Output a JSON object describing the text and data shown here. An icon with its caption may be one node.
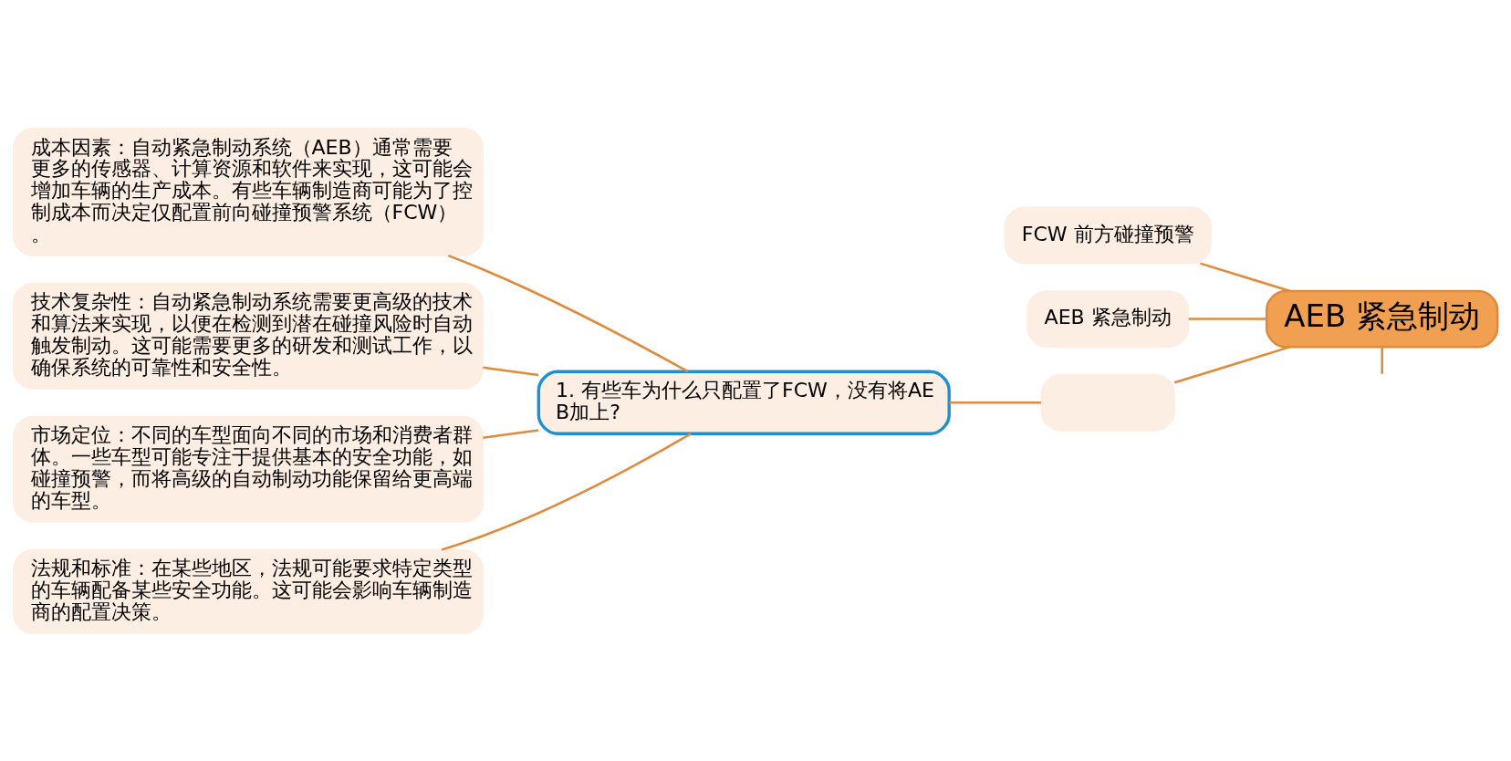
{
  "diagram": {
    "nodes": [
      {
        "text": [
          "AEB 紧急制动"
        ]
      },
      {
        "text": [
          "FCW 前方碰撞预警"
        ]
      },
      {
        "text": [
          "AEB 紧急制动"
        ]
      },
      {
        "text": [],
        "shape": "box"
      },
      {
        "text": [
          "1. 有些车为什么只配置了FCW，没有将AEB加上?"
        ]
      },
      {
        "text": [
          "成本因素：自动紧急制动系统（AEB）通常需要更多的传感器、计算资源和软件来实现，这可能会增加车辆的生产成本。有些车辆制造商可能为了控制成本而决定仅配置前向碰撞预警系统（FCW）。"
        ]
      },
      {
        "text": [
          "技术复杂性：自动紧急制动系统需要更高级的技术和算法来实现，以便在检测到潜在碰撞风险时自动触发制动。这可能需要更多的研发和测试工作，以确保系统的可靠性和安全性。"
        ]
      },
      {
        "text": [
          "市场定位：不同的车型面向不同的市场和消费者群体。一些车型可能专注于提供基本的安全功能，如碰撞预警，而将高级的自动制动功能保留给更高端的车型。"
        ]
      },
      {
        "text": [
          "法规和标准：在某些地区，法规可能要求特定类型的车辆配备某些安全功能。这可能会影响车辆制造商的配置决策。"
        ]
      }
    ],
    "edges": [
      {
        "from": 0,
        "to": 1,
        "arrow": "none"
      },
      {
        "from": 0,
        "to": 2,
        "arrow": "none"
      },
      {
        "from": 0,
        "to": 3,
        "arrow": "none"
      },
      {
        "from": 3,
        "to": 4,
        "arrow": "none"
      },
      {
        "from": 4,
        "to": 5,
        "arrow": "none"
      },
      {
        "from": 4,
        "to": 6,
        "arrow": "none"
      },
      {
        "from": 4,
        "to": 7,
        "arrow": "none"
      },
      {
        "from": 4,
        "to": 8,
        "arrow": "none"
      },
      {
        "from": 0,
        "to": null,
        "arrow": "none"
      }
    ]
  }
}
